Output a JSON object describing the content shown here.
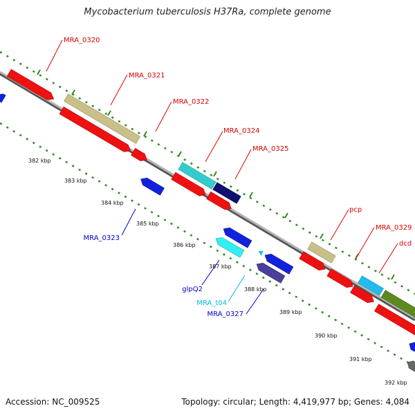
{
  "title": "Mycobacterium tuberculosis H37Ra, complete genome",
  "footer": {
    "accession": "Accession: NC_009525",
    "summary": "Topology: circular; Length: 4,419,977 bp; Genes: 4,084"
  },
  "colors": {
    "backbone": "#8a8a8a",
    "tick_dots": "#2e8b1e",
    "label_red": "#dd0000",
    "label_blue": "#0000cc",
    "label_cyan": "#00bbdd"
  },
  "kbp_ticks": [
    {
      "label": "382 kbp"
    },
    {
      "label": "383 kbp"
    },
    {
      "label": "384 kbp"
    },
    {
      "label": "385 kbp"
    },
    {
      "label": "386 kbp"
    },
    {
      "label": "387 kbp"
    },
    {
      "label": "388 kbp"
    },
    {
      "label": "389 kbp"
    },
    {
      "label": "390 kbp"
    },
    {
      "label": "391 kbp"
    },
    {
      "label": "392 kbp"
    }
  ],
  "gene_labels": [
    {
      "text": "MRA_0320",
      "color": "#dd0000"
    },
    {
      "text": "MRA_0321",
      "color": "#dd0000"
    },
    {
      "text": "MRA_0322",
      "color": "#dd0000"
    },
    {
      "text": "MRA_0324",
      "color": "#dd0000"
    },
    {
      "text": "MRA_0325",
      "color": "#dd0000"
    },
    {
      "text": "pcp",
      "color": "#dd0000"
    },
    {
      "text": "MRA_0329",
      "color": "#dd0000"
    },
    {
      "text": "dcd",
      "color": "#dd0000"
    },
    {
      "text": "MRA_0323",
      "color": "#0000cc"
    },
    {
      "text": "glpQ2",
      "color": "#0000cc"
    },
    {
      "text": "MRA_t04",
      "color": "#00bbdd"
    },
    {
      "text": "MRA_0327",
      "color": "#0000cc"
    }
  ]
}
